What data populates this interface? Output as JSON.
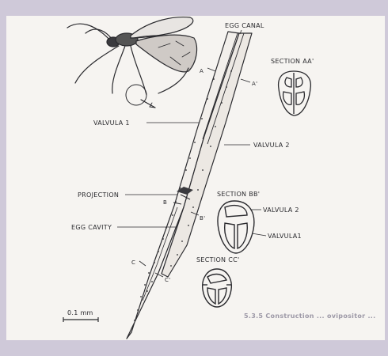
{
  "labels": {
    "egg_canal": "EGG CANAL",
    "section_aa": "SECTION AA'",
    "valvula_1": "VALVULA 1",
    "valvula_2": "VALVULA 2",
    "projection": "PROJECTION",
    "section_bb": "SECTION BB'",
    "valvula_2_bb": "VALVULA 2",
    "egg_cavity": "EGG CAVITY",
    "valvula_1_bb": "VALVULA1",
    "section_cc": "SECTION CC'",
    "scale_bar": "0.1 mm"
  },
  "section_marks": {
    "a": "A",
    "a_prime": "A'",
    "b": "B",
    "b_prime": "B'",
    "c": "C",
    "c_prime": "C'"
  },
  "caption_fragment": "5.3.5 Construction ... ovipositor ...",
  "colors": {
    "page": "#cfc9d9",
    "paper": "#f6f4f1",
    "ink": "#2a2a2e"
  }
}
